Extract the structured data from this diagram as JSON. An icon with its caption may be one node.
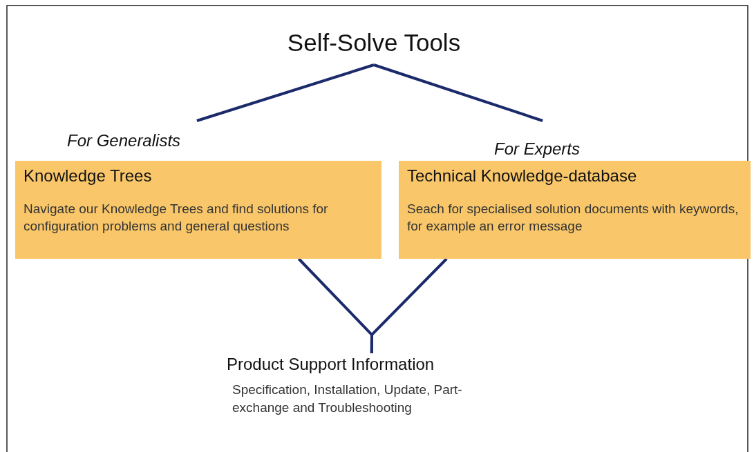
{
  "diagram": {
    "nodes": [
      {
        "text": [
          "Self-Solve Tools"
        ]
      },
      {
        "text": [
          "Knowledge Trees",
          "Navigate our Knowledge Trees and find solutions for configuration problems and general questions"
        ],
        "beside": [
          "For Generalists"
        ]
      },
      {
        "text": [
          "Technical Knowledge-database",
          "Seach for specialised solution documents with keywords, for example an error message"
        ],
        "beside": [
          "For Experts"
        ]
      },
      {
        "text": [
          "Product Support Information",
          "Specification, Installation, Update, Part-exchange and Troubleshooting"
        ]
      }
    ],
    "edges": [
      {
        "from": 0,
        "to": 1,
        "arrow": "none"
      },
      {
        "from": 0,
        "to": 2,
        "arrow": "none"
      },
      {
        "from": 1,
        "to": 3,
        "arrow": "none"
      },
      {
        "from": 2,
        "to": 3,
        "arrow": "none"
      }
    ]
  }
}
